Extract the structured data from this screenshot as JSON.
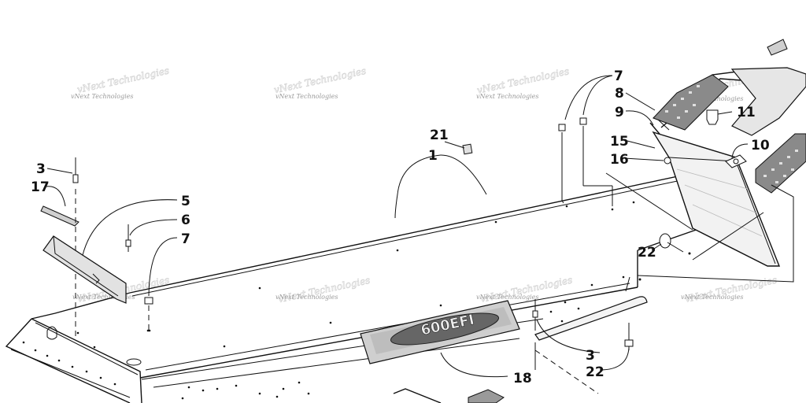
{
  "watermark": "vNext Technologies",
  "callouts": {
    "c1": "1",
    "c3a": "3",
    "c3b": "3",
    "c5": "5",
    "c6": "6",
    "c7a": "7",
    "c7b": "7",
    "c8": "8",
    "c9": "9",
    "c10": "10",
    "c11": "11",
    "c15": "15",
    "c16": "16",
    "c17": "17",
    "c18": "18",
    "c21": "21",
    "c22a": "22",
    "c22b": "22"
  },
  "decal_text": "600EFI"
}
